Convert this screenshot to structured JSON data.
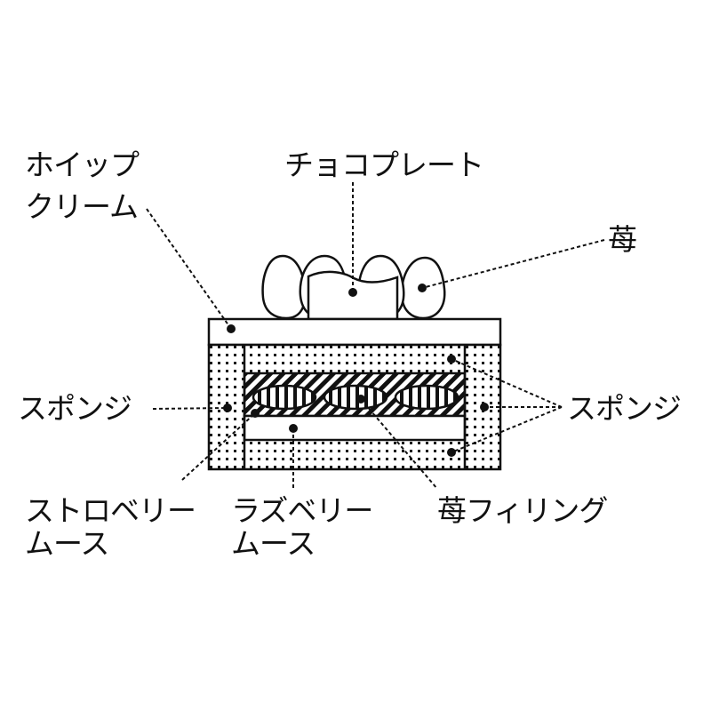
{
  "labels": {
    "whipped_cream": [
      "ホイップ",
      "クリーム"
    ],
    "choco_plate": "チョコプレート",
    "strawberry": "苺",
    "sponge_left": "スポンジ",
    "sponge_right": "スポンジ",
    "strawberry_mousse": [
      "ストロベリー",
      "ムース"
    ],
    "raspberry_mousse": [
      "ラズベリー",
      "ムース"
    ],
    "strawberry_filling": "苺フィリング"
  },
  "colors": {
    "ink": "#111111",
    "background": "#ffffff"
  }
}
